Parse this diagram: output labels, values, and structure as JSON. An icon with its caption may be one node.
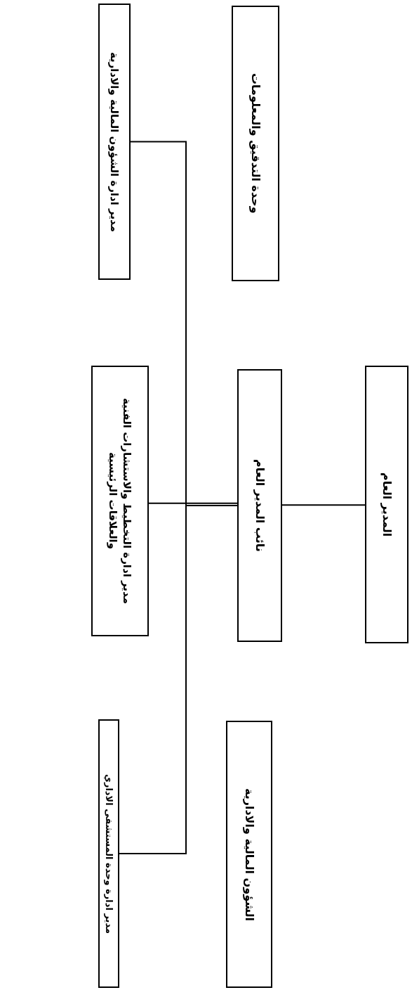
{
  "diagram": {
    "nodes": [
      {
        "text": [
          "المدير العام"
        ]
      },
      {
        "text": [
          "نائب المدير العام"
        ]
      },
      {
        "text": [
          "وحدة التدقيق والمعلومات"
        ]
      },
      {
        "text": [
          "الشؤون المالية والادارية"
        ]
      },
      {
        "text": [
          "مدير ادارة الشؤون المالية والادارية"
        ]
      },
      {
        "text": [
          "مدير ادارة التخطيط والاستشارات الفنية والعلاقات الرئيسية"
        ]
      },
      {
        "text": [
          "مدير ادارة وحدة المستشفى الاداري"
        ]
      }
    ],
    "edges": [
      {
        "from": 0,
        "to": 1,
        "arrow": "none"
      },
      {
        "from": 1,
        "to": 5,
        "arrow": "none"
      },
      {
        "from": 1,
        "to": 4,
        "arrow": "none"
      },
      {
        "from": 1,
        "to": 6,
        "arrow": "none"
      }
    ]
  }
}
